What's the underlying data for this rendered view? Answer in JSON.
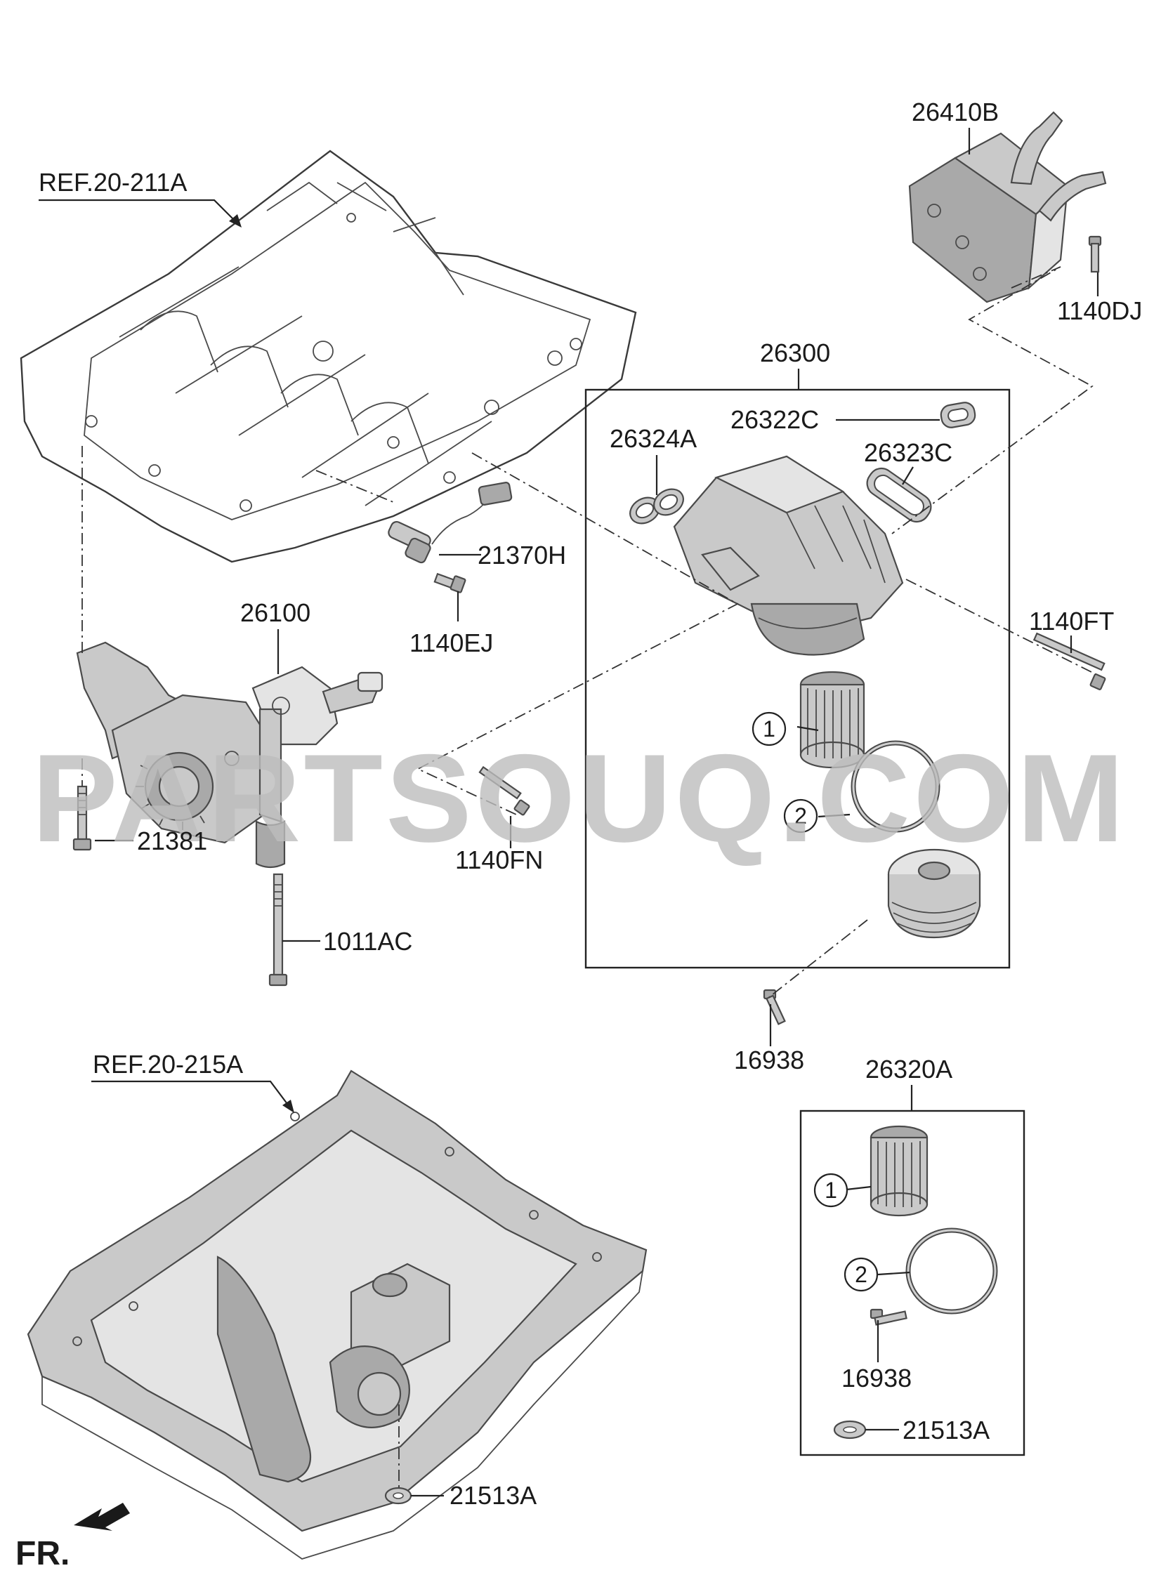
{
  "diagram": {
    "watermark": "PARTSOUQ.COM",
    "references": [
      {
        "id": "ref-block",
        "text": "REF.20-211A"
      },
      {
        "id": "ref-pan",
        "text": "REF.20-215A"
      }
    ],
    "part_labels": [
      {
        "id": "p26410B",
        "text": "26410B"
      },
      {
        "id": "p1140DJ",
        "text": "1140DJ"
      },
      {
        "id": "p26300",
        "text": "26300"
      },
      {
        "id": "p26322C",
        "text": "26322C"
      },
      {
        "id": "p26324A",
        "text": "26324A"
      },
      {
        "id": "p26323C",
        "text": "26323C"
      },
      {
        "id": "p21370H",
        "text": "21370H"
      },
      {
        "id": "p1140EJ",
        "text": "1140EJ"
      },
      {
        "id": "p26100",
        "text": "26100"
      },
      {
        "id": "p1140FT",
        "text": "1140FT"
      },
      {
        "id": "p21381",
        "text": "21381"
      },
      {
        "id": "p1140FN",
        "text": "1140FN"
      },
      {
        "id": "p1011AC",
        "text": "1011AC"
      },
      {
        "id": "p16938a",
        "text": "16938"
      },
      {
        "id": "p26320A",
        "text": "26320A"
      },
      {
        "id": "p16938b",
        "text": "16938"
      },
      {
        "id": "p21513Aa",
        "text": "21513A"
      },
      {
        "id": "p21513Ab",
        "text": "21513A"
      }
    ],
    "callouts": [
      "1",
      "2",
      "1",
      "2"
    ],
    "direction": "FR."
  }
}
